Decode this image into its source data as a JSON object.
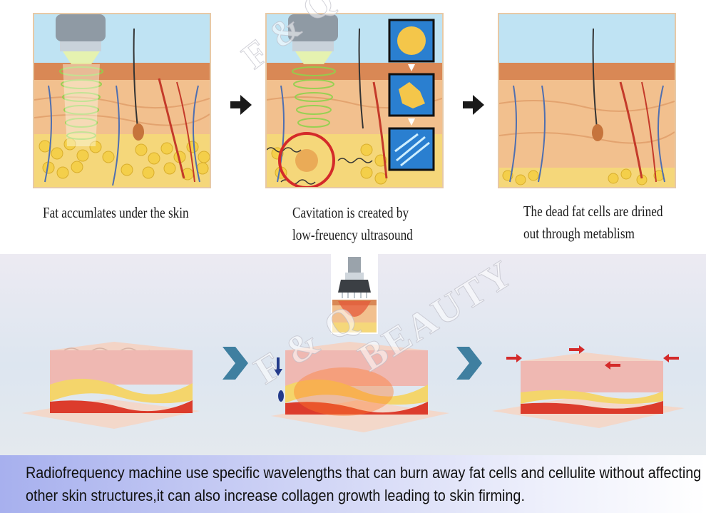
{
  "steps": [
    {
      "caption_lines": [
        "Fat accumlates under the skin"
      ]
    },
    {
      "caption_lines": [
        "Cavitation is created by",
        "low-freuency ultrasound"
      ]
    },
    {
      "caption_lines": [
        "The dead fat cells are drined",
        "out through metablism"
      ]
    }
  ],
  "watermark": {
    "top": "F & Q",
    "bottom_a": "F & Q",
    "bottom_b": "BEAUTY"
  },
  "footer": {
    "line1": "Radiofrequency machine use specific wavelengths that can burn away fat cells and cellulite without affecting",
    "line2": "other skin structures,it can also increase collagen growth leading to skin firming."
  },
  "colors": {
    "skin": "#f3c9a0",
    "fat": "#f2d35b",
    "dermis_red": "#d93b2a",
    "arrow_black": "#1a1a1a",
    "chevron_blue": "#3f7fa0",
    "accent_red": "#d42a2a"
  }
}
